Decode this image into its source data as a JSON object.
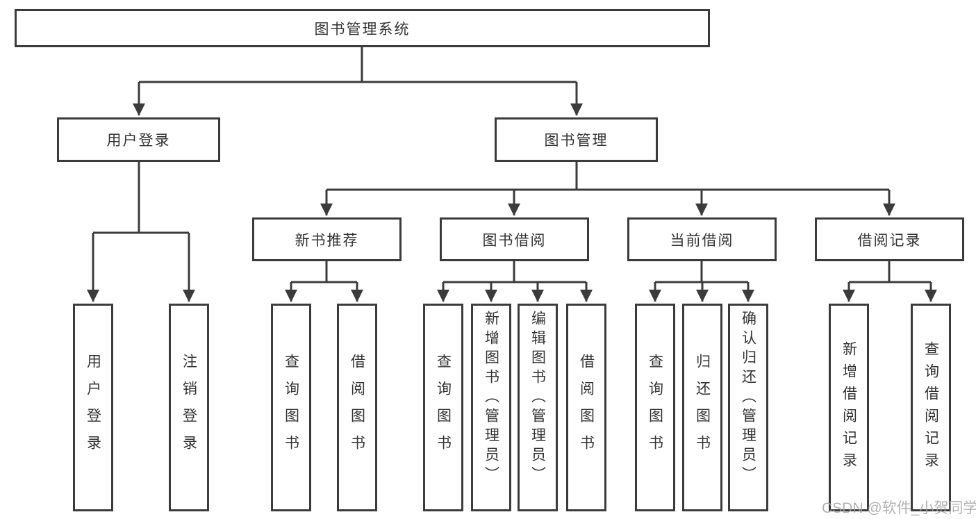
{
  "tree": {
    "root": {
      "label": "图书管理系统"
    },
    "branches": [
      {
        "label": "用户登录",
        "children": [
          {
            "label": "用户登录"
          },
          {
            "label": "注销登录"
          }
        ]
      },
      {
        "label": "图书管理",
        "sections": [
          {
            "label": "新书推荐",
            "children": [
              {
                "label": "查询图书"
              },
              {
                "label": "借阅图书"
              }
            ]
          },
          {
            "label": "图书借阅",
            "children": [
              {
                "label": "查询图书"
              },
              {
                "label": "新增图书（管理员）"
              },
              {
                "label": "编辑图书（管理员）"
              },
              {
                "label": "借阅图书"
              }
            ]
          },
          {
            "label": "当前借阅",
            "children": [
              {
                "label": "查询图书"
              },
              {
                "label": "归还图书"
              },
              {
                "label": "确认归还（管理员）"
              }
            ]
          },
          {
            "label": "借阅记录",
            "children": [
              {
                "label": "新增借阅记录"
              },
              {
                "label": "查询借阅记录"
              }
            ]
          }
        ]
      }
    ]
  },
  "watermark": {
    "text": "CSDN @软件_小贺同学"
  },
  "colors": {
    "line": "#3b3b3b",
    "box_border": "#3b3b3b",
    "text": "#333333",
    "background": "#ffffff",
    "watermark": "#a5a5a5"
  }
}
